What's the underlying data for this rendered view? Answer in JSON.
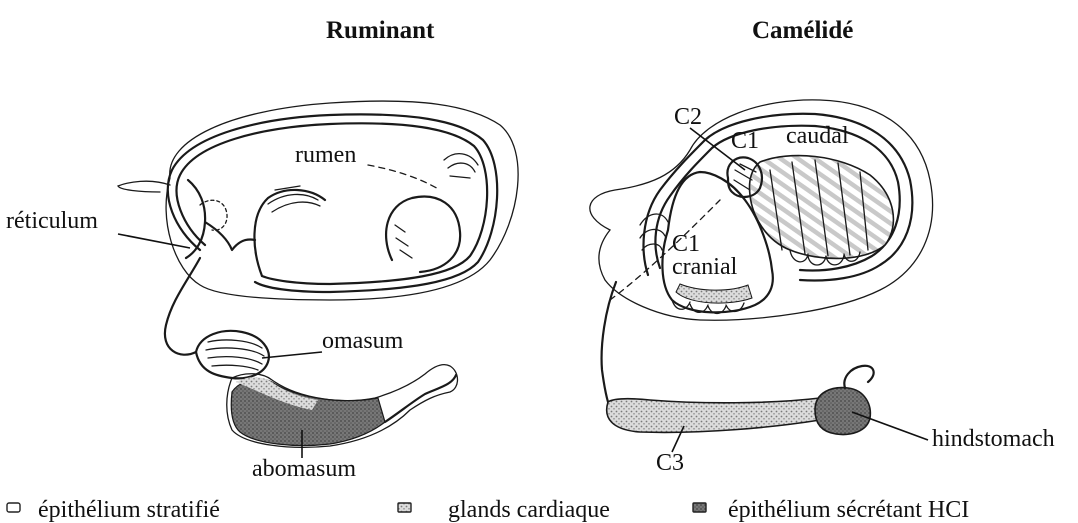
{
  "titles": {
    "ruminant": "Ruminant",
    "camelid": "Camélidé"
  },
  "ruminant_labels": {
    "rumen": "rumen",
    "reticulum": "réticulum",
    "omasum": "omasum",
    "abomasum": "abomasum"
  },
  "camelid_labels": {
    "c2": "C2",
    "c1_caudal_c1": "C1",
    "c1_caudal_word": "caudal",
    "c1_cranial_c1": "C1",
    "c1_cranial_word": "cranial",
    "c3": "C3",
    "hindstomach": "hindstomach"
  },
  "legend": [
    {
      "label": "épithélium stratifié",
      "pattern": "blank"
    },
    {
      "label": "glands cardiaque",
      "pattern": "stipple"
    },
    {
      "label": "épithélium sécrétant HCI",
      "pattern": "dark"
    }
  ],
  "colors": {
    "ink": "#1a1a1a",
    "stipple": "#c8c8c8",
    "dark": "#6e6e6e",
    "background": "#ffffff"
  }
}
